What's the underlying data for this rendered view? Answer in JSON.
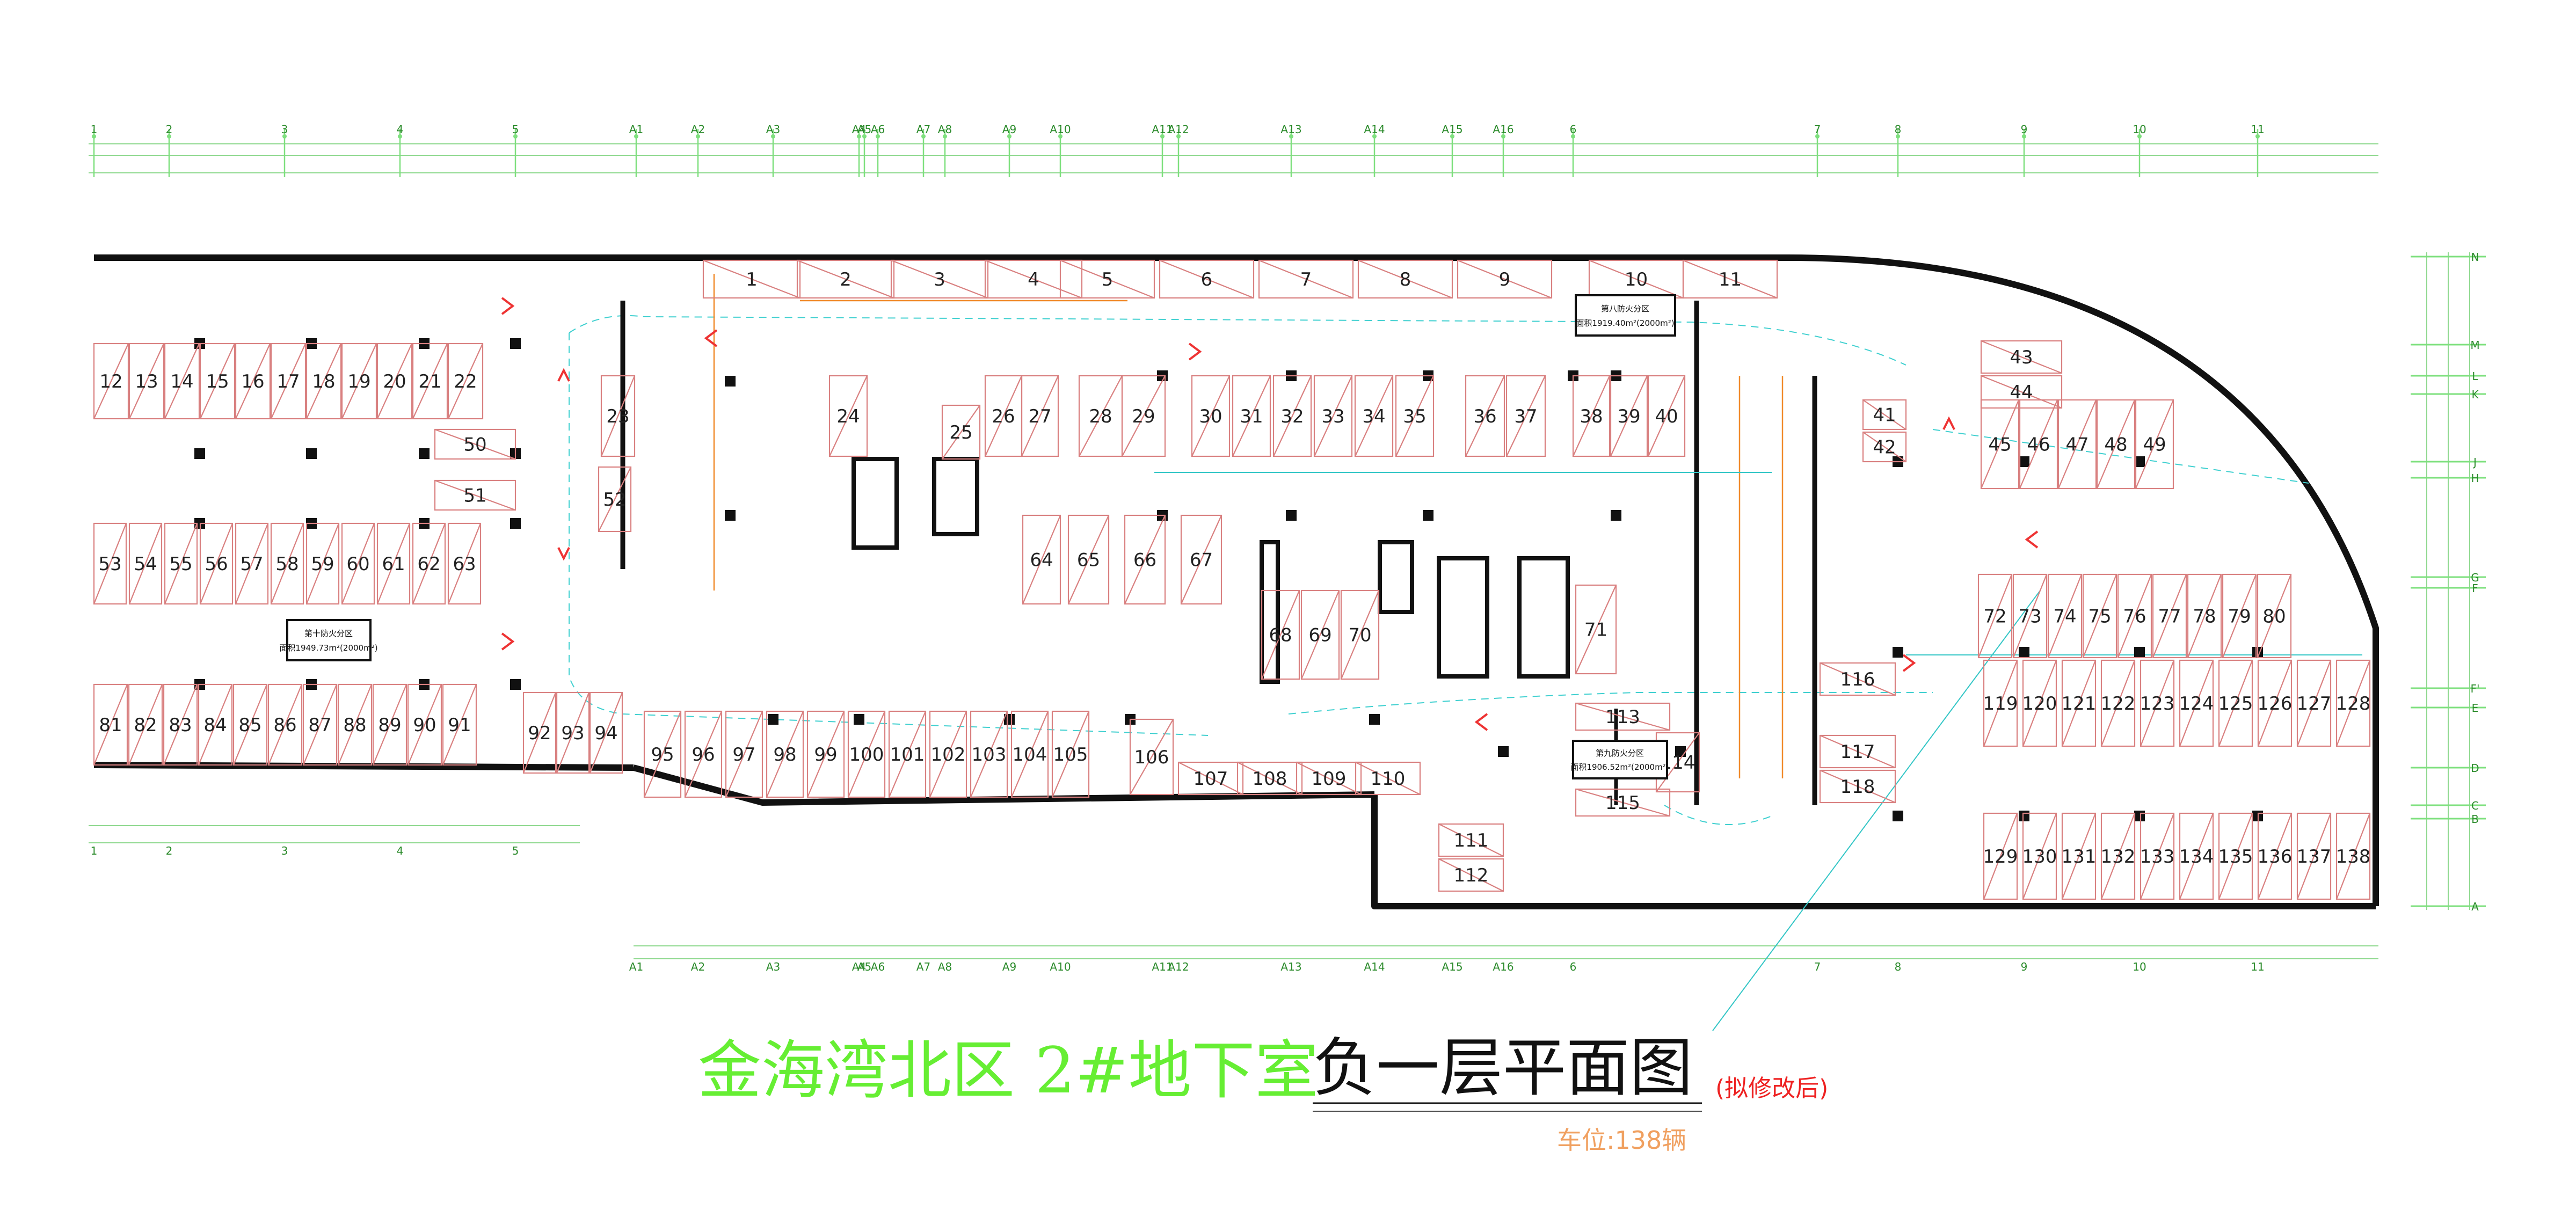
{
  "title": {
    "project": "金海湾北区  2#地下室",
    "drawing": "负一层平面图",
    "revision_note": "(拟修改后)",
    "count_note": "车位:138辆"
  },
  "colors": {
    "grid": "#7ee07e",
    "wall": "#111111",
    "stall": "#d98080",
    "title_green": "#66ee33",
    "revision_red": "#ee2222",
    "count_orange": "#f0a060"
  },
  "axes": {
    "top": [
      "1",
      "2",
      "3",
      "4",
      "5",
      "A1",
      "A2",
      "A3",
      "A4",
      "A5",
      "A6",
      "A7",
      "A8",
      "A9",
      "A10",
      "A11",
      "A12",
      "A13",
      "A14",
      "A15",
      "A16",
      "6",
      "7",
      "8",
      "9",
      "10",
      "11"
    ],
    "right": [
      "N",
      "M",
      "L",
      "K",
      "J",
      "H",
      "G",
      "F",
      "F'",
      "E",
      "D",
      "C",
      "B",
      "A"
    ]
  },
  "zones": [
    {
      "label": "第十防火分区",
      "area": "面积1949.73m²(2000m²)"
    },
    {
      "label": "第八防火分区",
      "area": "面积1919.40m²(2000m²)"
    },
    {
      "label": "第九防火分区",
      "area": "面积1906.52m²(2000m²)"
    }
  ],
  "stalls": [
    "1",
    "2",
    "3",
    "4",
    "5",
    "6",
    "7",
    "8",
    "9",
    "10",
    "11",
    "12",
    "13",
    "14",
    "15",
    "16",
    "17",
    "18",
    "19",
    "20",
    "21",
    "22",
    "23",
    "24",
    "25",
    "26",
    "27",
    "28",
    "29",
    "30",
    "31",
    "32",
    "33",
    "34",
    "35",
    "36",
    "37",
    "38",
    "39",
    "40",
    "41",
    "42",
    "43",
    "44",
    "45",
    "46",
    "47",
    "48",
    "49",
    "50",
    "51",
    "52",
    "53",
    "54",
    "55",
    "56",
    "57",
    "58",
    "59",
    "60",
    "61",
    "62",
    "63",
    "64",
    "65",
    "66",
    "67",
    "68",
    "69",
    "70",
    "71",
    "72",
    "73",
    "74",
    "75",
    "76",
    "77",
    "78",
    "79",
    "80",
    "81",
    "82",
    "83",
    "84",
    "85",
    "86",
    "87",
    "88",
    "89",
    "90",
    "91",
    "92",
    "93",
    "94",
    "95",
    "96",
    "97",
    "98",
    "99",
    "100",
    "101",
    "102",
    "103",
    "104",
    "105",
    "106",
    "107",
    "108",
    "109",
    "110",
    "111",
    "112",
    "113",
    "114",
    "115",
    "116",
    "117",
    "118",
    "119",
    "120",
    "121",
    "122",
    "123",
    "124",
    "125",
    "126",
    "127",
    "128",
    "129",
    "130",
    "131",
    "132",
    "133",
    "134",
    "135",
    "136",
    "137",
    "138"
  ]
}
